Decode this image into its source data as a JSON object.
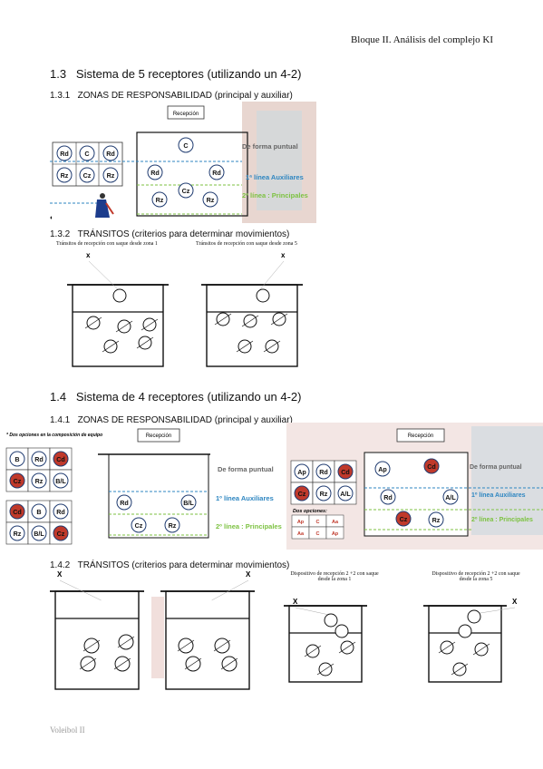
{
  "header": "Bloque II. Análisis del complejo KI",
  "s13": {
    "num": "1.3",
    "title": "Sistema de 5 receptores (utilizando un 4-2)",
    "sub1_num": "1.3.1",
    "sub1": "ZONAS DE RESPONSABILIDAD (principal y auxiliar)",
    "sub2_num": "1.3.2",
    "sub2": "TRÁNSITOS (criterios para determinar movimientos)",
    "recepcion": "Recepción",
    "grid": [
      "Rd",
      "C",
      "Rd",
      "Rz",
      "Cz",
      "Rz"
    ],
    "court_players": [
      "C",
      "Rd",
      "Rd",
      "Cz",
      "Rz",
      "Rz"
    ],
    "puntual": "De forma puntual",
    "aux": "1ª línea Auxiliares",
    "principales": "2ª línea : Principales",
    "trans1": "Tránsitos de recepción con saque desde zona 1",
    "trans5": "Tránsitos de recepción con saque desde zona 5",
    "x": "x"
  },
  "s14": {
    "num": "1.4",
    "title": "Sistema de 4 receptores (utilizando un 4-2)",
    "sub1_num": "1.4.1",
    "sub1": "ZONAS DE RESPONSABILIDAD (principal y auxiliar)",
    "sub2_num": "1.4.2",
    "sub2": "TRÁNSITOS (criterios para determinar movimientos)",
    "options_note": "* Dos opciones en la composición de equipo",
    "gridA": [
      "B",
      "Rd",
      "Cd",
      "Cz",
      "Rz",
      "B/L"
    ],
    "gridB": [
      "Cd",
      "B",
      "Rd",
      "Rz",
      "B/L",
      "Cz"
    ],
    "court_players": [
      "Rd",
      "B/L",
      "Cz",
      "Rz"
    ],
    "recepcion": "Recepción",
    "puntual": "De forma puntual",
    "aux": "1º línea Auxiliares",
    "principales": "2º línea : Principales",
    "gridC": [
      "Ap",
      "Rd",
      "Cd",
      "Cz",
      "Rz",
      "A/L"
    ],
    "dos_opciones": "Dos opciones:",
    "table": [
      "Ap",
      "C",
      "Aa",
      "Aa",
      "C",
      "Ap"
    ],
    "court2_players": [
      "Ap",
      "Cd",
      "Rd",
      "A/L",
      "Cz",
      "Rz"
    ],
    "disp1": "Dispositivo de recepción 2 +2 con saque desde la zona 1",
    "disp5": "Dispositivo de recepción 2 +2 con saque desde la zona 5",
    "x": "X"
  },
  "footer": "Voleibol II",
  "colors": {
    "red": "#c0392b",
    "blue": "#2e86c1",
    "green": "#7dc242",
    "circle": "#1f3b70"
  }
}
